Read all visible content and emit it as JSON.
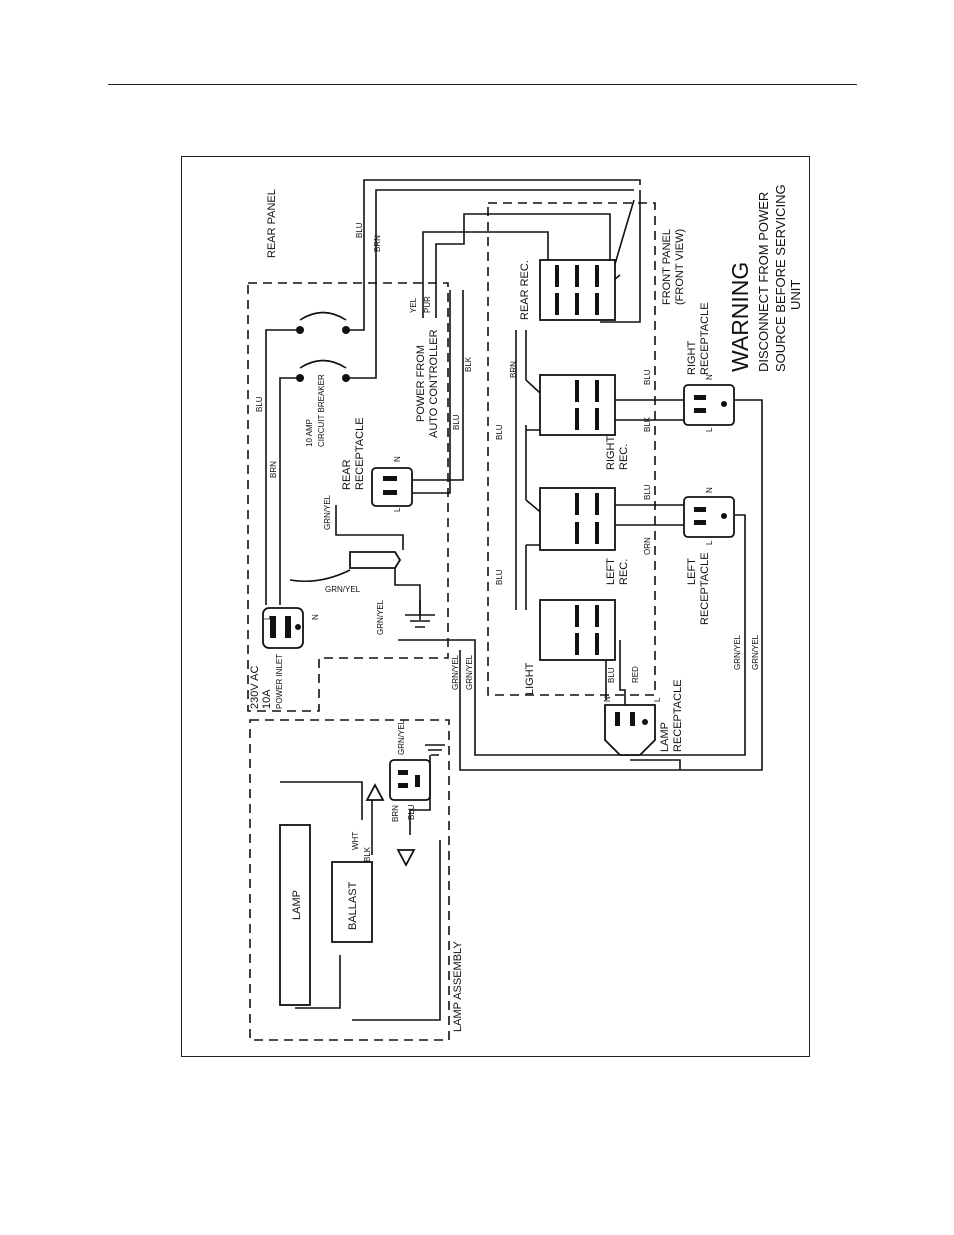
{
  "labels": {
    "rear_panel": "REAR PANEL",
    "front_panel": "FRONT PANEL",
    "front_view": "(FRONT VIEW)",
    "warning_title": "WARNING",
    "warning_l1": "DISCONNECT FROM POWER",
    "warning_l2": "SOURCE BEFORE SERVICING",
    "warning_l3": "UNIT",
    "rear_rec": "REAR REC.",
    "right_rec_1": "RIGHT",
    "right_rec_2": "REC.",
    "left_rec_1": "LEFT",
    "left_rec_2": "REC.",
    "light": "LIGHT",
    "right_receptacle_1": "RIGHT",
    "right_receptacle_2": "RECEPTACLE",
    "left_receptacle_1": "LEFT",
    "left_receptacle_2": "RECEPTACLE",
    "lamp_receptacle_1": "LAMP",
    "lamp_receptacle_2": "RECEPTACLE",
    "rear_receptacle_1": "REAR",
    "rear_receptacle_2": "RECEPTACLE",
    "power_from_1": "POWER FROM",
    "power_from_2": "AUTO CONTROLLER",
    "breaker_1": "10 AMP",
    "breaker_2": "CIRCUIT BREAKER",
    "inlet_1": "230V AC",
    "inlet_2": "10A",
    "inlet_3": "POWER INLET",
    "lamp": "LAMP",
    "ballast": "BALLAST",
    "lamp_assembly": "LAMP ASSEMBLY"
  },
  "wires": {
    "blu": "BLU",
    "brn": "BRN",
    "yel": "YEL",
    "pur": "PUR",
    "blk": "BLK",
    "orn": "ORN",
    "red": "RED",
    "grn_yel": "GRN/YEL",
    "wht": "WHT",
    "l": "L",
    "n": "N"
  }
}
